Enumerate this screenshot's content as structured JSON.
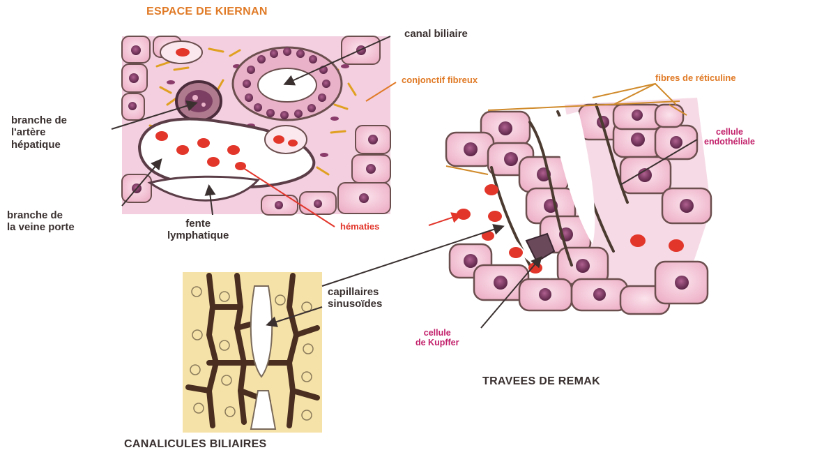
{
  "titles": {
    "kiernan": "ESPACE DE KIERNAN",
    "remak": "TRAVEES DE REMAK",
    "canalicules": "CANALICULES BILIAIRES"
  },
  "labels": {
    "canal_biliaire": "canal biliaire",
    "conjonctif": "conjonctif fibreux",
    "reticuline": "fibres de réticuline",
    "endothelial": [
      "cellule",
      "endothéliale"
    ],
    "artere": [
      "branche de",
      "l'artère",
      "hépatique"
    ],
    "veine": [
      "branche de",
      "la veine porte"
    ],
    "fente": [
      "fente",
      "lymphatique"
    ],
    "hematies": "hématies",
    "capillaires": [
      "capillaires",
      "sinusoïdes"
    ],
    "kupffer": [
      "cellule",
      "de Kupffer"
    ]
  },
  "colors": {
    "cell_pink": "#f3c6d6",
    "cell_outline": "#6b4e4e",
    "nucleus": "#8a3b6a",
    "red_cell": "#e2362b",
    "fiber_orange": "#e0a020",
    "bile_yellow": "#f5e2a8",
    "label_orange": "#e07a26",
    "label_red": "#e2362b",
    "label_magenta": "#c2206a",
    "label_dark": "#3a3030"
  }
}
